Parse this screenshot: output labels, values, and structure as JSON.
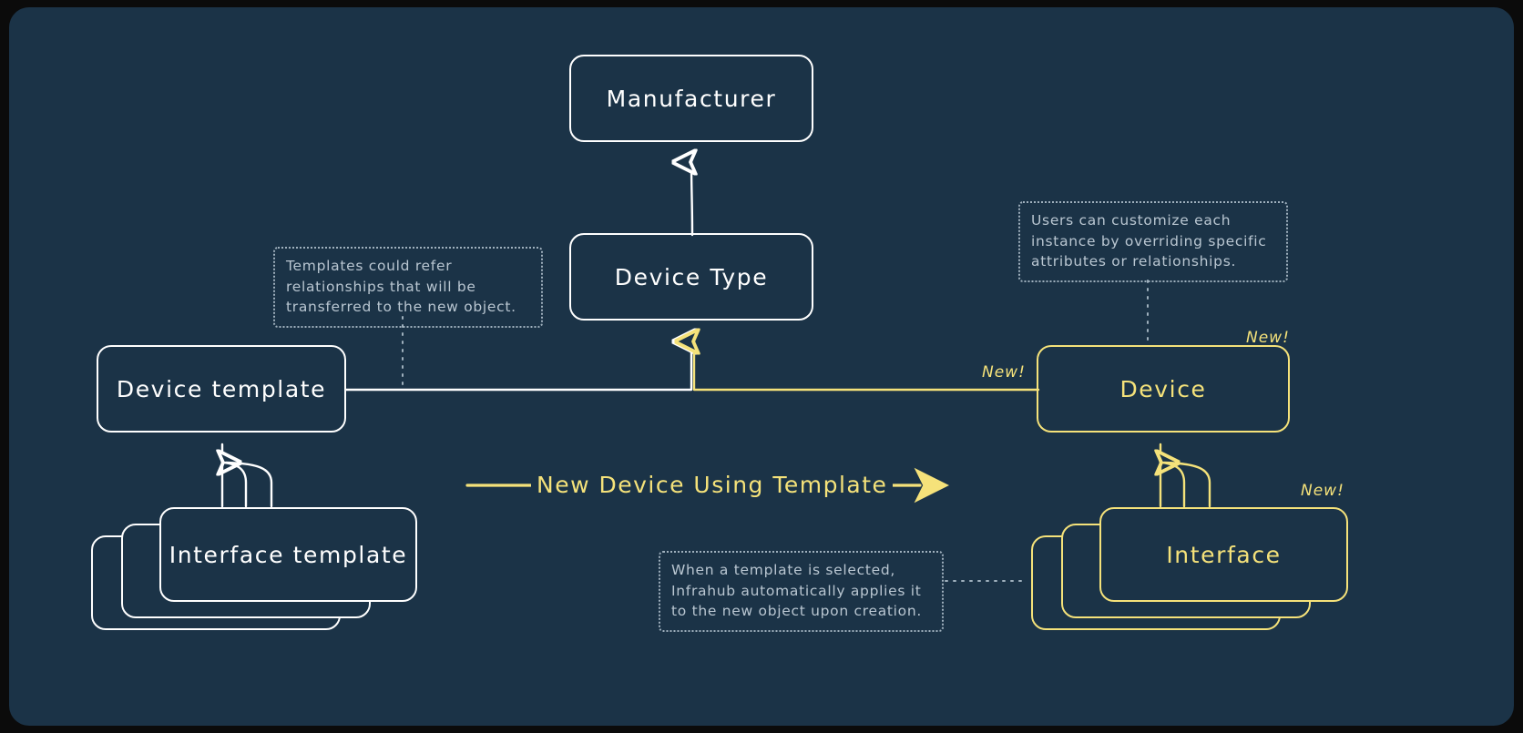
{
  "diagram": {
    "title": "Infrahub device template diagram",
    "background_color": "#1b3347",
    "template_color": "#ffffff",
    "new_color": "#f5e27a",
    "note_color": "#b9c6d1"
  },
  "nodes": {
    "manufacturer": {
      "label": "Manufacturer"
    },
    "device_type": {
      "label": "Device Type"
    },
    "device_template": {
      "label": "Device template"
    },
    "interface_template": {
      "label": "Interface template"
    },
    "device": {
      "label": "Device"
    },
    "interface": {
      "label": "Interface"
    }
  },
  "badges": {
    "device_new": "New!",
    "device_edge_new": "New!",
    "interface_new": "New!"
  },
  "edges": {
    "transition_label": "New Device Using Template"
  },
  "notes": {
    "templates_refer": "Templates could refer\nrelationships that will be\ntransferred to the new object.",
    "users_customize": "Users can customize each\ninstance by overriding specific\nattributes or relationships.",
    "auto_apply": "When a template is selected,\nInfrahub automatically applies it\nto the new object upon creation."
  }
}
